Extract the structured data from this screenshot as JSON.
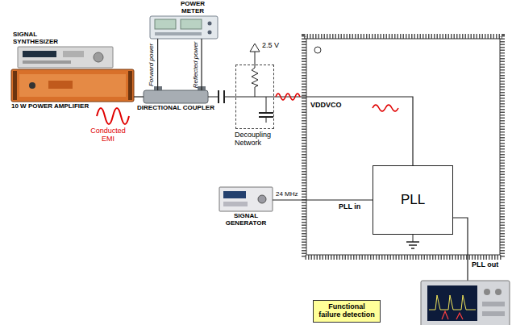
{
  "diagram": {
    "nodes": [
      {
        "text": [
          "POWER METER"
        ]
      },
      {
        "text": [
          "SIGNAL SYNTHESIZER"
        ]
      },
      {
        "text": [
          "10 W POWER AMPLIFIER"
        ]
      },
      {
        "text": [
          "DIRECTIONAL COUPLER"
        ]
      },
      {
        "text": [
          "Decoupling Network"
        ]
      },
      {
        "text": [
          "SIGNAL GENERATOR"
        ]
      },
      {
        "text": [
          "PLL"
        ]
      },
      {
        "text": [
          "Functional failure detection"
        ]
      }
    ],
    "edges": [
      {
        "from": 2,
        "to": 3,
        "arrow": "none"
      },
      {
        "from": 3,
        "to": 0,
        "label": "Forward power",
        "arrow": "none"
      },
      {
        "from": 3,
        "to": 0,
        "label": "Reflected power",
        "arrow": "none"
      },
      {
        "from": 3,
        "to": 4,
        "arrow": "none"
      },
      {
        "from": 4,
        "to": 6,
        "arrow": "none"
      },
      {
        "from": 5,
        "to": 6,
        "label": "24 MHz",
        "arrow": "none"
      }
    ],
    "labels": [
      "2.5 V",
      "VDDVCO",
      "Conducted EMI",
      "PLL in",
      "PLL out"
    ]
  }
}
